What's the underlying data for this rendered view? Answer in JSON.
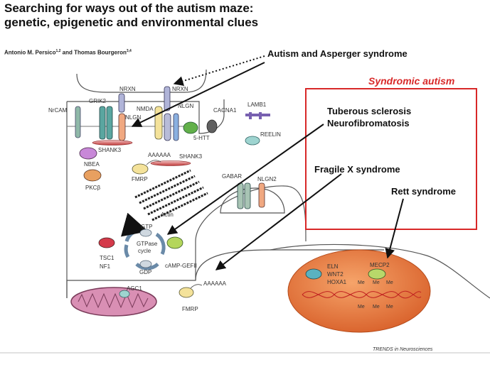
{
  "title": "Searching for ways out of the autism maze: genetic, epigenetic and environmental clues",
  "authors": {
    "name1": "Antonio M. Persico",
    "sup1": "1,2",
    "and": " and Thomas Bourgeron",
    "sup2": "3,4"
  },
  "labels": {
    "autism_asperger": "Autism and Asperger syndrome",
    "syndromic_autism": "Syndromic autism",
    "tuberous": "Tuberous sclerosis",
    "neurofibromatosis": "Neurofibromatosis",
    "fragile_x": "Fragile X syndrome",
    "rett": "Rett syndrome",
    "trends": "TRENDS in Neurosciences"
  },
  "molecules": {
    "nrcam": "NrCAM",
    "grik2": "GRIK2",
    "nrxn_left": "NRXN",
    "nrxn_right": "NRXN",
    "nmda": "NMDA",
    "nlgn_a": "NLGN",
    "nlgn_b": "NLGN",
    "cacna1": "CACNA1",
    "lamb1": "LAMB1",
    "five_htt": "5-HTT",
    "reelin": "REELIN",
    "shank3_a": "SHANK3",
    "shank3_b": "SHANK3",
    "aaaaaa_a": "AAAAAA",
    "aaaaaa_b": "AAAAAA",
    "nbea": "NBEA",
    "fmrp_a": "FMRP",
    "fmrp_b": "FMRP",
    "pkc": "PKCβ",
    "gabar": "GABAR",
    "nlgn2": "NLGN2",
    "actin": "Actin",
    "gtp": "GTP",
    "gtpase1": "GTPase",
    "gtpase2": "cycle",
    "gdp": "GDP",
    "tsc1": "TSC1",
    "nf1": "NF1",
    "campgefii": "cAMP-GEFII",
    "agc1": "AGC1",
    "eln": "ELN",
    "wnt2": "WNT2",
    "hoxa1": "HOXA1",
    "mecp2": "MECP2",
    "me": "Me"
  },
  "colors": {
    "accent_red": "#d82828",
    "nucleus": "#e8733a",
    "mitochondrion": "#d98fb4",
    "membrane": "#555555"
  }
}
